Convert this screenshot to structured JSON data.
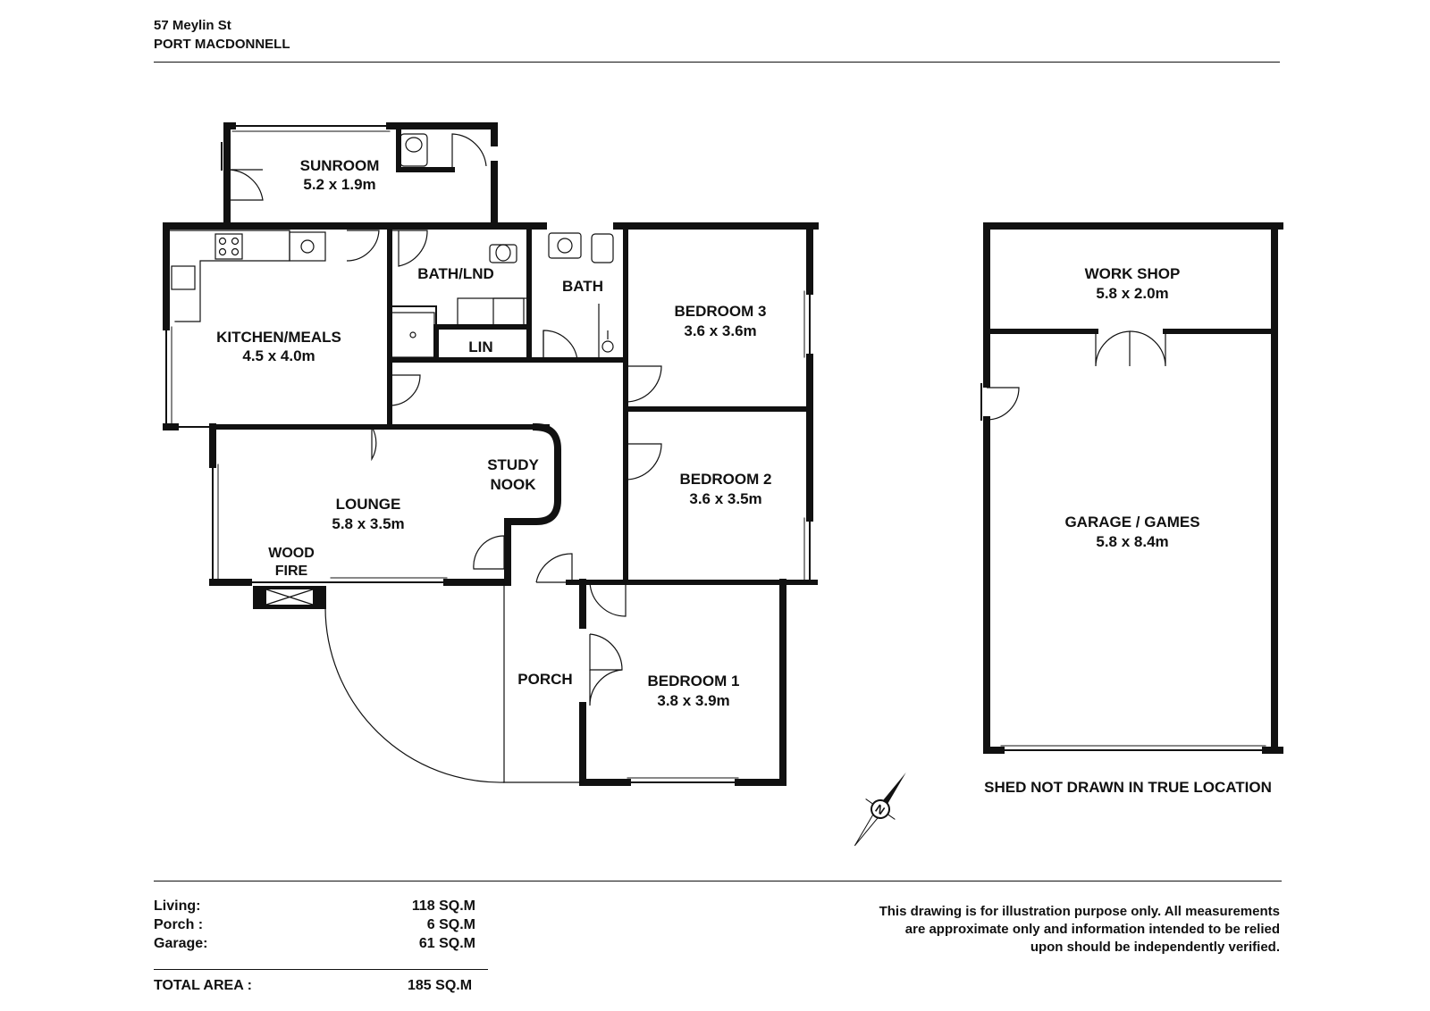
{
  "header": {
    "address_line1": "57 Meylin St",
    "address_line2": "PORT MACDONNELL"
  },
  "rooms": {
    "sunroom": {
      "name": "SUNROOM",
      "size": "5.2 x 1.9m"
    },
    "kitchen": {
      "name": "KITCHEN/MEALS",
      "size": "4.5 x 4.0m"
    },
    "bath_lnd": {
      "name": "BATH/LND"
    },
    "bath": {
      "name": "BATH"
    },
    "lin": {
      "name": "LIN"
    },
    "bedroom3": {
      "name": "BEDROOM 3",
      "size": "3.6 x 3.6m"
    },
    "bedroom2": {
      "name": "BEDROOM 2",
      "size": "3.6 x 3.5m"
    },
    "bedroom1": {
      "name": "BEDROOM 1",
      "size": "3.8 x 3.9m"
    },
    "lounge": {
      "name": "LOUNGE",
      "size": "5.8 x 3.5m"
    },
    "study": {
      "line1": "STUDY",
      "line2": "NOOK"
    },
    "wood_fire": {
      "line1": "WOOD",
      "line2": "FIRE"
    },
    "porch": {
      "name": "PORCH"
    },
    "workshop": {
      "name": "WORK SHOP",
      "size": "5.8 x 2.0m"
    },
    "garage": {
      "name": "GARAGE / GAMES",
      "size": "5.8 x 8.4m"
    }
  },
  "shed_note": "SHED NOT DRAWN IN TRUE LOCATION",
  "compass": {
    "label": "N"
  },
  "areas": [
    {
      "label": "Living:",
      "value": "118 SQ.M"
    },
    {
      "label": "Porch :",
      "value": "6  SQ.M"
    },
    {
      "label": "Garage:",
      "value": "61 SQ.M"
    }
  ],
  "total": {
    "label": "TOTAL AREA :",
    "value": "185 SQ.M"
  },
  "disclaimer": {
    "line1": "This drawing is for illustration purpose only. All measurements",
    "line2": "are approximate only and information intended to be relied",
    "line3": "upon should be independently verified."
  }
}
